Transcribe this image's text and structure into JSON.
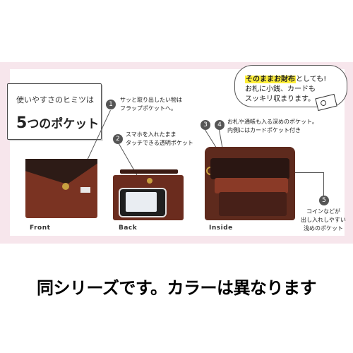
{
  "title_box": {
    "line1": "使いやすさのヒミツは",
    "line2_number": "5",
    "line2_rest": "つのポケット"
  },
  "speech": {
    "highlight": "そのままお財布",
    "line1_rest": "としても!",
    "line2": "お札に小銭、カードも",
    "line3": "スッキリ収まります。"
  },
  "annotations": [
    {
      "number": "1",
      "line1": "サッと取り出したい物は",
      "line2": "フラップポケットへ。"
    },
    {
      "number": "2",
      "line1": "スマホを入れたまま",
      "line2": "タッチできる透明ポケット"
    },
    {
      "number": "3",
      "line1": "",
      "line2": ""
    },
    {
      "number": "4",
      "line1": "お札や通帳も入る深めのポケット。",
      "line2": "内側にはカードポケット付き"
    },
    {
      "number": "5",
      "line1": "コインなどが",
      "line2": "出し入れしやすい",
      "line3": "浅めのポケット"
    }
  ],
  "labels": {
    "front": "Front",
    "back": "Back",
    "inside": "Inside"
  },
  "bottom_caption": "同シリーズです。カラーは異なります",
  "colors": {
    "banner": "#f7e6ec",
    "wallet": "#7a3322",
    "highlight": "#ffef3a",
    "badge": "#555555"
  }
}
